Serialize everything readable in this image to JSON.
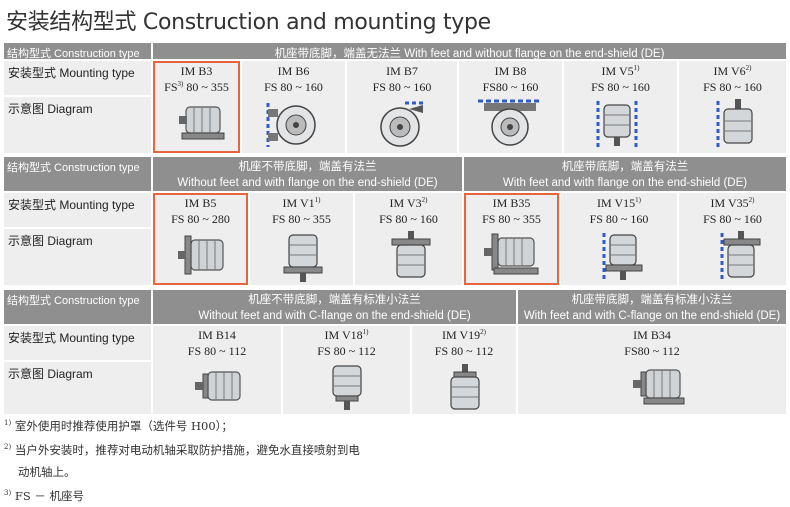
{
  "title": "安装结构型式 Construction and mounting type",
  "labels": {
    "construction": "结构型式 Construction type",
    "mounting": "安装型式 Mounting type",
    "diagram": "示意图 Diagram"
  },
  "block1": {
    "header": "机座带底脚，端盖无法兰 With feet and without flange on the end-shield (DE)",
    "types": [
      {
        "name": "IM B3",
        "sup": "",
        "fs": "FS",
        "fs_sup": "3)",
        "range": "80 ~ 355"
      },
      {
        "name": "IM B6",
        "sup": "",
        "fs": "FS 80 ~ 160",
        "fs_sup": "",
        "range": ""
      },
      {
        "name": "IM B7",
        "sup": "",
        "fs": "FS 80 ~ 160",
        "fs_sup": "",
        "range": ""
      },
      {
        "name": "IM B8",
        "sup": "",
        "fs": "FS80 ~ 160",
        "fs_sup": "",
        "range": ""
      },
      {
        "name": "IM V5",
        "sup": "1)",
        "fs": "FS 80 ~ 160",
        "fs_sup": "",
        "range": ""
      },
      {
        "name": "IM V6",
        "sup": "2)",
        "fs": "FS 80 ~ 160",
        "fs_sup": "",
        "range": ""
      }
    ]
  },
  "block2": {
    "header_a": "机座不带底脚，端盖有法兰",
    "header_a2": "Without feet and with flange on the end-shield (DE)",
    "header_b": "机座带底脚，端盖有法兰",
    "header_b2": "With feet and with flange on the end-shield (DE)",
    "types": [
      {
        "name": "IM B5",
        "sup": "",
        "fs": "FS 80 ~ 280"
      },
      {
        "name": "IM V1",
        "sup": "1)",
        "fs": "FS 80 ~ 355"
      },
      {
        "name": "IM V3",
        "sup": "2)",
        "fs": "FS 80 ~ 160"
      },
      {
        "name": "IM B35",
        "sup": "",
        "fs": "FS 80 ~ 355"
      },
      {
        "name": "IM V15",
        "sup": "1)",
        "fs": "FS 80 ~ 160"
      },
      {
        "name": "IM V35",
        "sup": "2)",
        "fs": "FS 80 ~ 160"
      }
    ]
  },
  "block3": {
    "header_a": "机座不带底脚，端盖有标准小法兰",
    "header_a2": "Without feet and with C-flange on the end-shield (DE)",
    "header_b": "机座带底脚，端盖有标准小法兰",
    "header_b2": "With feet and with C-flange on the end-shield (DE)",
    "types": [
      {
        "name": "IM B14",
        "sup": "",
        "fs": "FS 80 ~ 112"
      },
      {
        "name": "IM V18",
        "sup": "1)",
        "fs": "FS 80 ~ 112"
      },
      {
        "name": "IM V19",
        "sup": "2)",
        "fs": "FS 80 ~ 112"
      },
      {
        "name": "IM B34",
        "sup": "",
        "fs": "FS80 ~ 112"
      }
    ]
  },
  "notes": [
    {
      "sup": "1)",
      "text": "室外使用时推荐使用护罩（选件号 H00）；"
    },
    {
      "sup": "2)",
      "text": "当户外安装时，推荐对电动机轴采取防护措施，避免水直接喷射到电"
    },
    {
      "sup": "",
      "text": "动机轴上。"
    },
    {
      "sup": "3)",
      "text": "FS － 机座号"
    }
  ],
  "colors": {
    "highlight": "#e8643c",
    "header": "#8f8f8f",
    "cell": "#eeeeee",
    "flange": "#2f5cc6"
  }
}
